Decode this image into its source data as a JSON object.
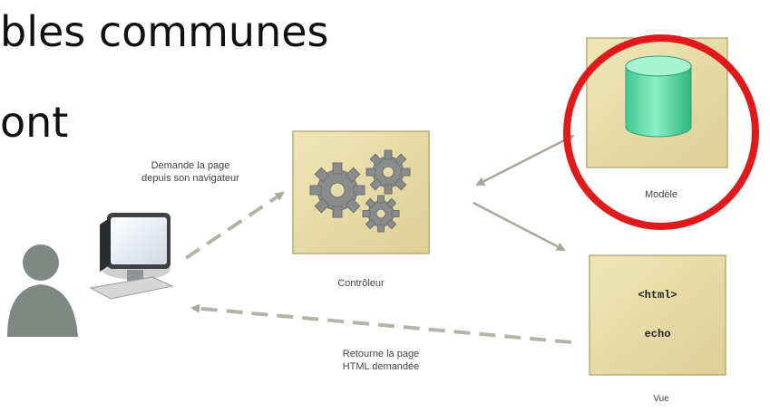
{
  "slide": {
    "line1": "bles communes",
    "line2": "ont"
  },
  "diagram": {
    "request_label_line1": "Demande la page",
    "request_label_line2": "depuis son navigateur",
    "controller_label": "Contrôleur",
    "model_label": "Modèle",
    "view_label": "Vue",
    "view_code_line1": "<html>",
    "view_code_line2": "echo",
    "response_label_line1": "Retourne la page",
    "response_label_line2": "HTML demandée",
    "highlight_color": "#e01a1a",
    "box_fill": "#e8dca4",
    "box_stroke": "#b9ad73",
    "cylinder_color": "#57d9a3"
  }
}
